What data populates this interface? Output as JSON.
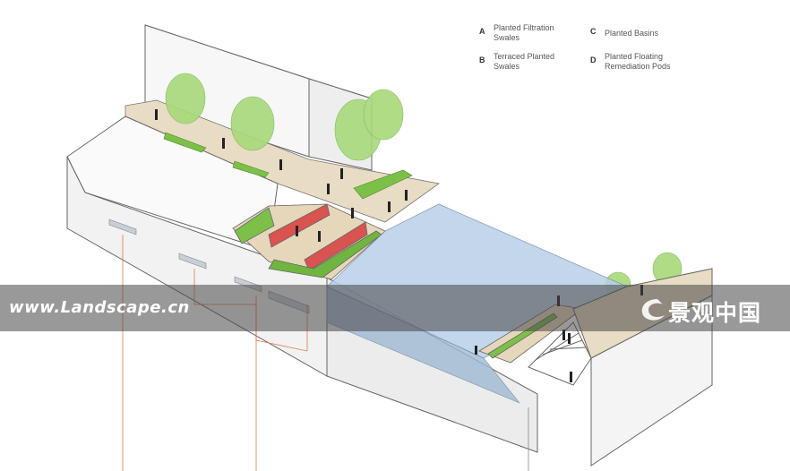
{
  "legend": {
    "items": [
      {
        "key": "A",
        "label": "Planted Filtration Swales"
      },
      {
        "key": "B",
        "label": "Terraced Planted Swales"
      },
      {
        "key": "C",
        "label": "Planted Basins"
      },
      {
        "key": "D",
        "label": "Planted Floating Remediation Pods"
      }
    ]
  },
  "watermark": {
    "url": "www.Landscape.cn",
    "logo_text": "景观中国"
  },
  "colors": {
    "water": "#b9cfe8",
    "planting": "#7cc04a",
    "terrace_red": "#d9534f",
    "paving": "#e9dcc4",
    "structure": "#f4f4f4",
    "outline": "#555555"
  }
}
